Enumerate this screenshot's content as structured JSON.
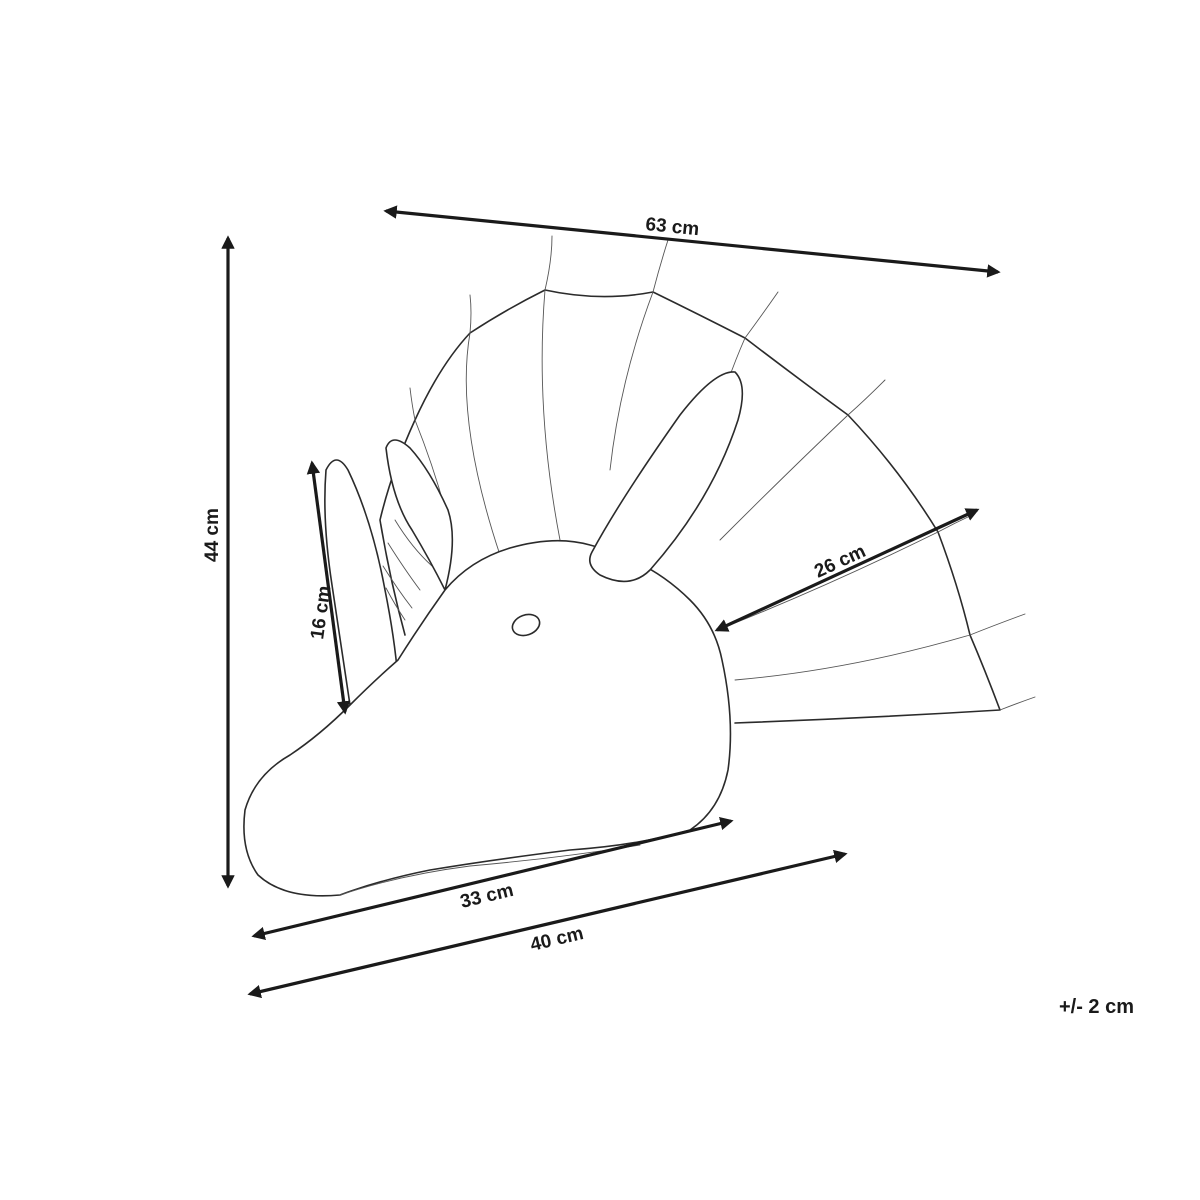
{
  "dimensions": {
    "width_top": "63 cm",
    "height": "44 cm",
    "horn_length": "16 cm",
    "frill_depth": "26 cm",
    "head_length": "33 cm",
    "total_depth": "40 cm"
  },
  "tolerance": "+/- 2 cm",
  "colors": {
    "line": "#2b2b2b",
    "dimension": "#1a1a1a",
    "background": "#ffffff"
  }
}
